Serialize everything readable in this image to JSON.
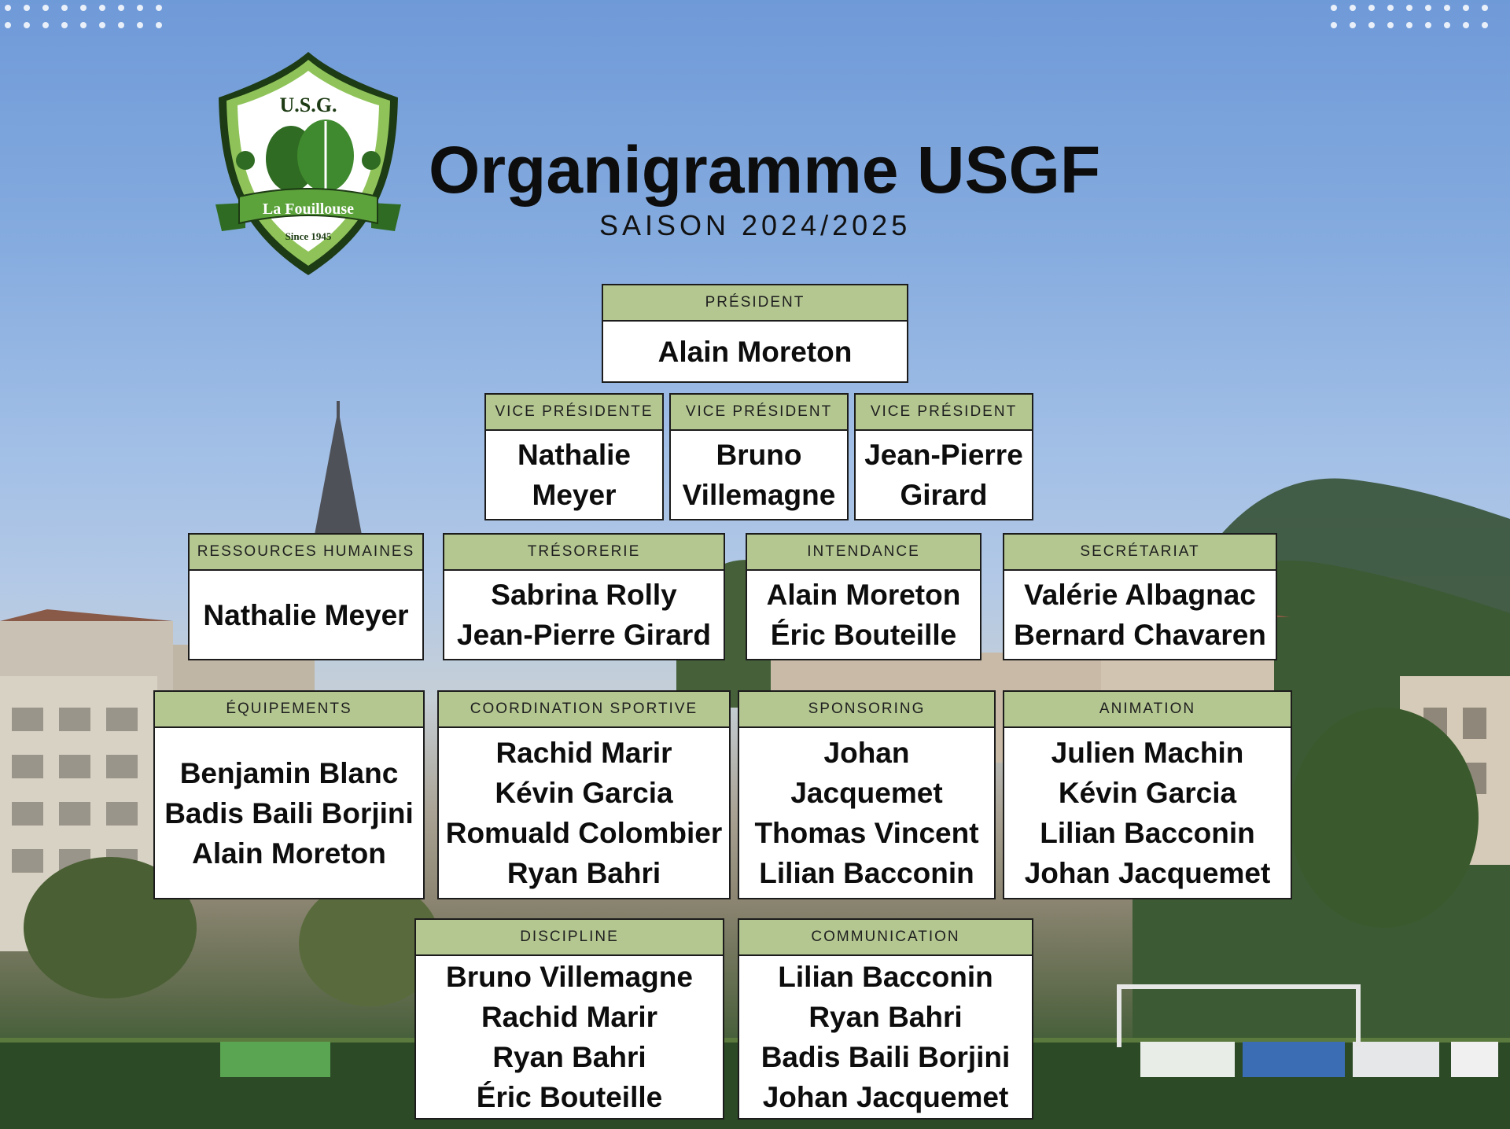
{
  "header": {
    "title": "Organigramme USGF",
    "subtitle": "SAISON 2024/2025"
  },
  "logo": {
    "top_text": "U.S.G.",
    "banner_text": "La Fouillouse",
    "since_text": "Since 1945",
    "colors": {
      "green_dark": "#2f6b22",
      "green_light": "#8fc35a",
      "outline": "#1d3b14"
    }
  },
  "colors": {
    "header_fill": "#b4c791",
    "box_fill": "#ffffff",
    "border": "#1c1c1c",
    "title_text": "#0d0d0d"
  },
  "roles": [
    {
      "label": "PRÉSIDENT",
      "members": [
        "Alain Moreton"
      ]
    },
    {
      "label": "VICE PRÉSIDENTE",
      "members": [
        "Nathalie",
        "Meyer"
      ]
    },
    {
      "label": "VICE PRÉSIDENT",
      "members": [
        "Bruno",
        "Villemagne"
      ]
    },
    {
      "label": "VICE PRÉSIDENT",
      "members": [
        "Jean-Pierre",
        "Girard"
      ]
    },
    {
      "label": "RESSOURCES HUMAINES",
      "members": [
        "Nathalie Meyer"
      ]
    },
    {
      "label": "TRÉSORERIE",
      "members": [
        "Sabrina Rolly",
        "Jean-Pierre Girard"
      ]
    },
    {
      "label": "INTENDANCE",
      "members": [
        "Alain Moreton",
        "Éric Bouteille"
      ]
    },
    {
      "label": "SECRÉTARIAT",
      "members": [
        "Valérie Albagnac",
        "Bernard Chavaren"
      ]
    },
    {
      "label": "ÉQUIPEMENTS",
      "members": [
        "Benjamin Blanc",
        "Badis Baili Borjini",
        "Alain Moreton"
      ]
    },
    {
      "label": "COORDINATION SPORTIVE",
      "members": [
        "Rachid Marir",
        "Kévin Garcia",
        "Romuald Colombier",
        "Ryan Bahri"
      ]
    },
    {
      "label": "SPONSORING",
      "members": [
        "Johan",
        "Jacquemet",
        "Thomas Vincent",
        "Lilian Bacconin"
      ]
    },
    {
      "label": "ANIMATION",
      "members": [
        "Julien Machin",
        "Kévin Garcia",
        "Lilian Bacconin",
        "Johan Jacquemet"
      ]
    },
    {
      "label": "DISCIPLINE",
      "members": [
        "Bruno Villemagne",
        "Rachid Marir",
        "Ryan Bahri",
        "Éric Bouteille"
      ]
    },
    {
      "label": "COMMUNICATION",
      "members": [
        "Lilian Bacconin",
        "Ryan Bahri",
        "Badis Baili Borjini",
        "Johan Jacquemet"
      ]
    }
  ]
}
